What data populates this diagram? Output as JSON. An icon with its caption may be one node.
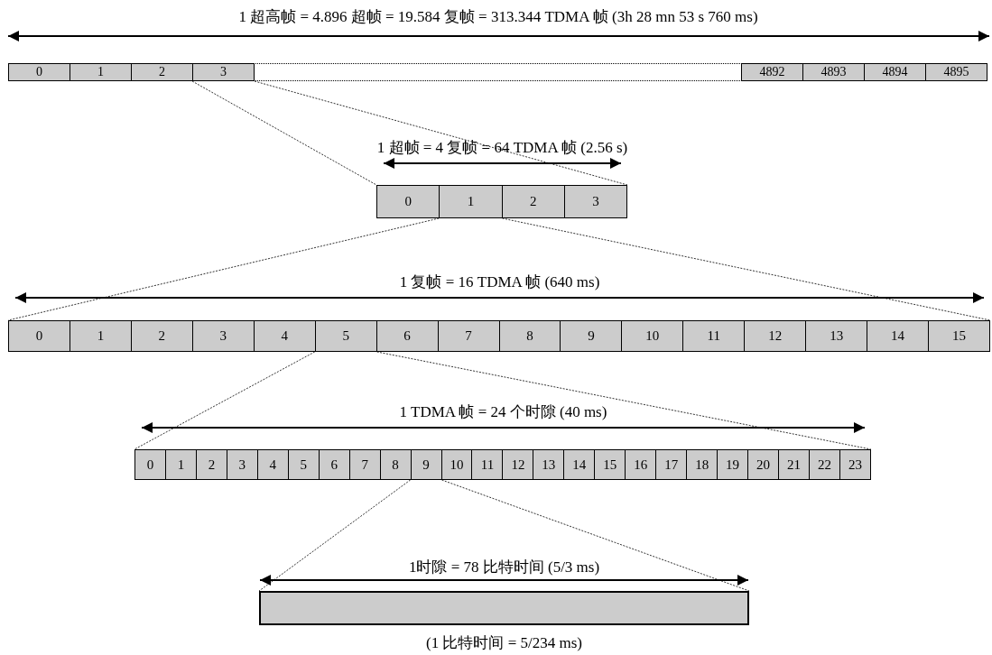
{
  "diagram": {
    "nodes": [
      {
        "text": [],
        "shape": "bar",
        "beside": [
          "1 超高帧 = 4.896 超帧 = 19.584 复帧 = 313.344 TDMA 帧 (3h 28 mn 53 s 760 ms)"
        ]
      },
      {
        "text": [
          "0"
        ],
        "in": 0
      },
      {
        "text": [
          "1"
        ],
        "in": 0
      },
      {
        "text": [
          "2"
        ],
        "in": 0
      },
      {
        "text": [
          "3"
        ],
        "in": 0
      },
      {
        "text": [],
        "shape": "box",
        "in": 0
      },
      {
        "text": [
          "4892"
        ],
        "in": 0
      },
      {
        "text": [
          "4893"
        ],
        "in": 0
      },
      {
        "text": [
          "4894"
        ],
        "in": 0
      },
      {
        "text": [
          "4895"
        ],
        "in": 0
      },
      {
        "text": [],
        "shape": "bar",
        "beside": [
          "1 超帧 = 4 复帧 = 64 TDMA 帧 (2.56 s)"
        ]
      },
      {
        "text": [
          "0"
        ],
        "in": 10
      },
      {
        "text": [
          "1"
        ],
        "in": 10
      },
      {
        "text": [
          "2"
        ],
        "in": 10
      },
      {
        "text": [
          "3"
        ],
        "in": 10
      },
      {
        "text": [],
        "shape": "bar",
        "beside": [
          "1 复帧 = 16 TDMA 帧 (640 ms)"
        ]
      },
      {
        "text": [
          "0"
        ],
        "in": 15
      },
      {
        "text": [
          "1"
        ],
        "in": 15
      },
      {
        "text": [
          "2"
        ],
        "in": 15
      },
      {
        "text": [
          "3"
        ],
        "in": 15
      },
      {
        "text": [
          "4"
        ],
        "in": 15
      },
      {
        "text": [
          "5"
        ],
        "in": 15
      },
      {
        "text": [
          "6"
        ],
        "in": 15
      },
      {
        "text": [
          "7"
        ],
        "in": 15
      },
      {
        "text": [
          "8"
        ],
        "in": 15
      },
      {
        "text": [
          "9"
        ],
        "in": 15
      },
      {
        "text": [
          "10"
        ],
        "in": 15
      },
      {
        "text": [
          "11"
        ],
        "in": 15
      },
      {
        "text": [
          "12"
        ],
        "in": 15
      },
      {
        "text": [
          "13"
        ],
        "in": 15
      },
      {
        "text": [
          "14"
        ],
        "in": 15
      },
      {
        "text": [
          "15"
        ],
        "in": 15
      },
      {
        "text": [],
        "shape": "bar",
        "beside": [
          "1 TDMA 帧 = 24 个时隙 (40 ms)"
        ]
      },
      {
        "text": [
          "0"
        ],
        "in": 32
      },
      {
        "text": [
          "1"
        ],
        "in": 32
      },
      {
        "text": [
          "2"
        ],
        "in": 32
      },
      {
        "text": [
          "3"
        ],
        "in": 32
      },
      {
        "text": [
          "4"
        ],
        "in": 32
      },
      {
        "text": [
          "5"
        ],
        "in": 32
      },
      {
        "text": [
          "6"
        ],
        "in": 32
      },
      {
        "text": [
          "7"
        ],
        "in": 32
      },
      {
        "text": [
          "8"
        ],
        "in": 32
      },
      {
        "text": [
          "9"
        ],
        "in": 32
      },
      {
        "text": [
          "10"
        ],
        "in": 32
      },
      {
        "text": [
          "11"
        ],
        "in": 32
      },
      {
        "text": [
          "12"
        ],
        "in": 32
      },
      {
        "text": [
          "13"
        ],
        "in": 32
      },
      {
        "text": [
          "14"
        ],
        "in": 32
      },
      {
        "text": [
          "15"
        ],
        "in": 32
      },
      {
        "text": [
          "16"
        ],
        "in": 32
      },
      {
        "text": [
          "17"
        ],
        "in": 32
      },
      {
        "text": [
          "18"
        ],
        "in": 32
      },
      {
        "text": [
          "19"
        ],
        "in": 32
      },
      {
        "text": [
          "20"
        ],
        "in": 32
      },
      {
        "text": [
          "21"
        ],
        "in": 32
      },
      {
        "text": [
          "22"
        ],
        "in": 32
      },
      {
        "text": [
          "23"
        ],
        "in": 32
      },
      {
        "text": [],
        "shape": "bar",
        "beside": [
          "1时隙 = 78 比特时间 (5/3 ms)",
          "(1 比特时间 = 5/234 ms)"
        ]
      }
    ],
    "edges": [
      {
        "from": 4,
        "to": 11,
        "arrow": "none",
        "style": "dashed"
      },
      {
        "from": 4,
        "to": 14,
        "arrow": "none",
        "style": "dashed"
      },
      {
        "from": 12,
        "to": 16,
        "arrow": "none",
        "style": "dashed"
      },
      {
        "from": 12,
        "to": 31,
        "arrow": "none",
        "style": "dashed"
      },
      {
        "from": 21,
        "to": 33,
        "arrow": "none",
        "style": "dashed"
      },
      {
        "from": 21,
        "to": 56,
        "arrow": "none",
        "style": "dashed"
      },
      {
        "from": 42,
        "to": 57,
        "arrow": "none",
        "style": "dashed"
      }
    ]
  }
}
